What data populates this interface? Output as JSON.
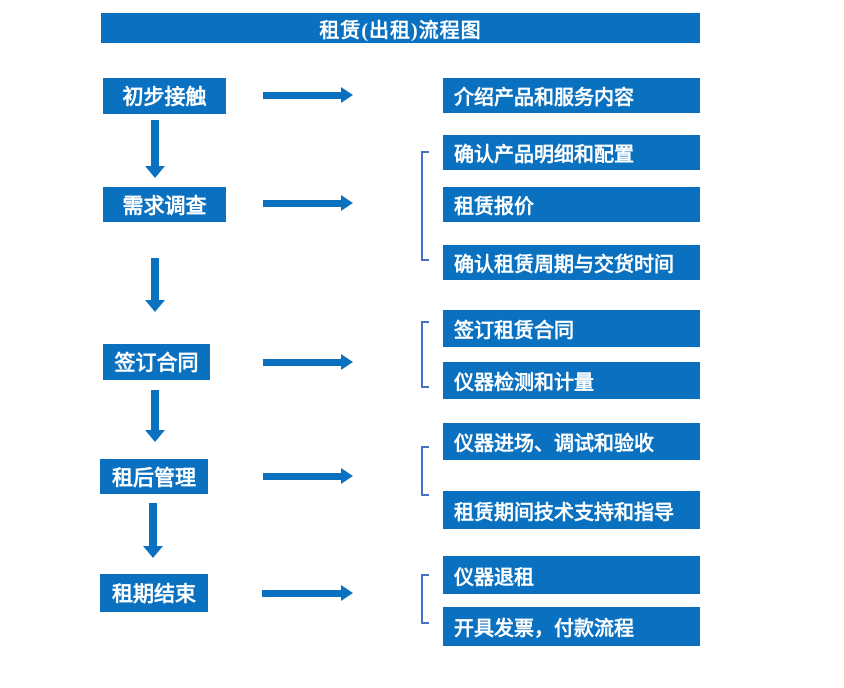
{
  "title": "租赁(出租)流程图",
  "colors": {
    "primary_blue": "#0a70c0",
    "bracket_blue": "#4472c4",
    "text": "#ffffff",
    "background": "#ffffff"
  },
  "stages": [
    {
      "label": "初步接触",
      "details": [
        "介绍产品和服务内容"
      ]
    },
    {
      "label": "需求调查",
      "details": [
        "确认产品明细和配置",
        "租赁报价",
        "确认租赁周期与交货时间"
      ]
    },
    {
      "label": "签订合同",
      "details": [
        "签订租赁合同",
        "仪器检测和计量"
      ]
    },
    {
      "label": "租后管理",
      "details": [
        "仪器进场、调试和验收",
        "租赁期间技术支持和指导"
      ]
    },
    {
      "label": "租期结束",
      "details": [
        "仪器退租",
        "开具发票，付款流程"
      ]
    }
  ]
}
